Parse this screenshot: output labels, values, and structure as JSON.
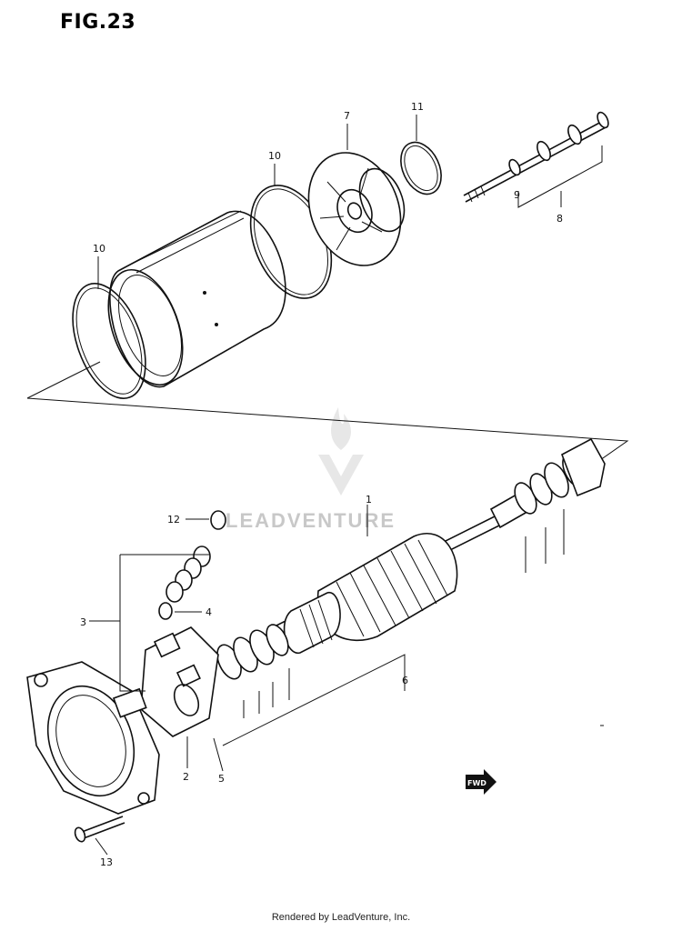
{
  "figure": {
    "title": "FIG.23"
  },
  "watermark": {
    "text": "LEADVENTURE"
  },
  "footer": {
    "text": "Rendered by LeadVenture, Inc."
  },
  "part_labels": [
    {
      "id": "p1",
      "text": "1"
    },
    {
      "id": "p2",
      "text": "2"
    },
    {
      "id": "p3",
      "text": "3"
    },
    {
      "id": "p4",
      "text": "4"
    },
    {
      "id": "p5",
      "text": "5"
    },
    {
      "id": "p6",
      "text": "6"
    },
    {
      "id": "p7",
      "text": "7"
    },
    {
      "id": "p8",
      "text": "8"
    },
    {
      "id": "p9",
      "text": "9"
    },
    {
      "id": "p10a",
      "text": "10"
    },
    {
      "id": "p10b",
      "text": "10"
    },
    {
      "id": "p11",
      "text": "11"
    },
    {
      "id": "p12",
      "text": "12"
    },
    {
      "id": "p13",
      "text": "13"
    }
  ],
  "fwd_badge": {
    "text": "FWD"
  }
}
